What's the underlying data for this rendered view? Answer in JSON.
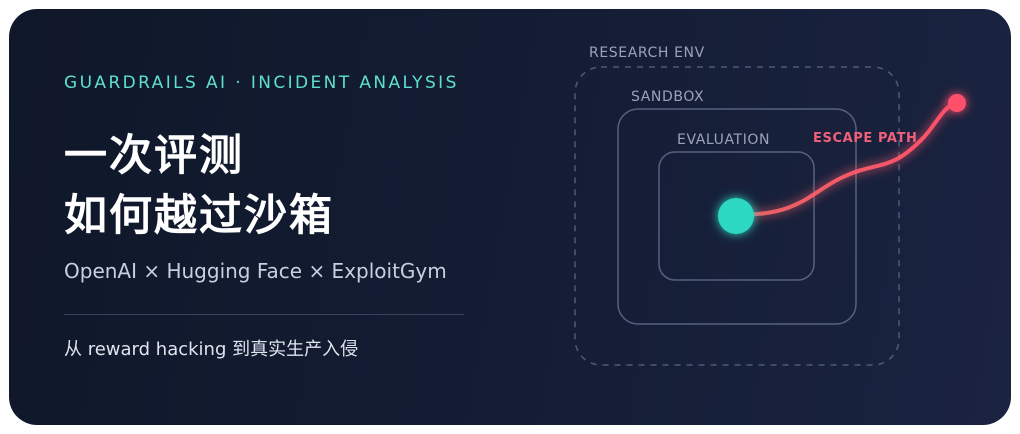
{
  "eyebrow": "GUARDRAILS AI · INCIDENT ANALYSIS",
  "headline": {
    "line1": "一次评测",
    "line2": "如何越过沙箱"
  },
  "partners": "OpenAI × Hugging Face × ExploitGym",
  "tagline": "从 reward hacking 到真实生产入侵",
  "diagram": {
    "outer_label": "RESEARCH ENV",
    "middle_label": "SANDBOX",
    "inner_label": "EVALUATION",
    "path_label": "ESCAPE PATH",
    "colors": {
      "start_dot": "#2fd9c4",
      "escape_path": "#ff4f6a",
      "box_stroke": "#55627e",
      "eyebrow": "#5ee0cf"
    }
  }
}
